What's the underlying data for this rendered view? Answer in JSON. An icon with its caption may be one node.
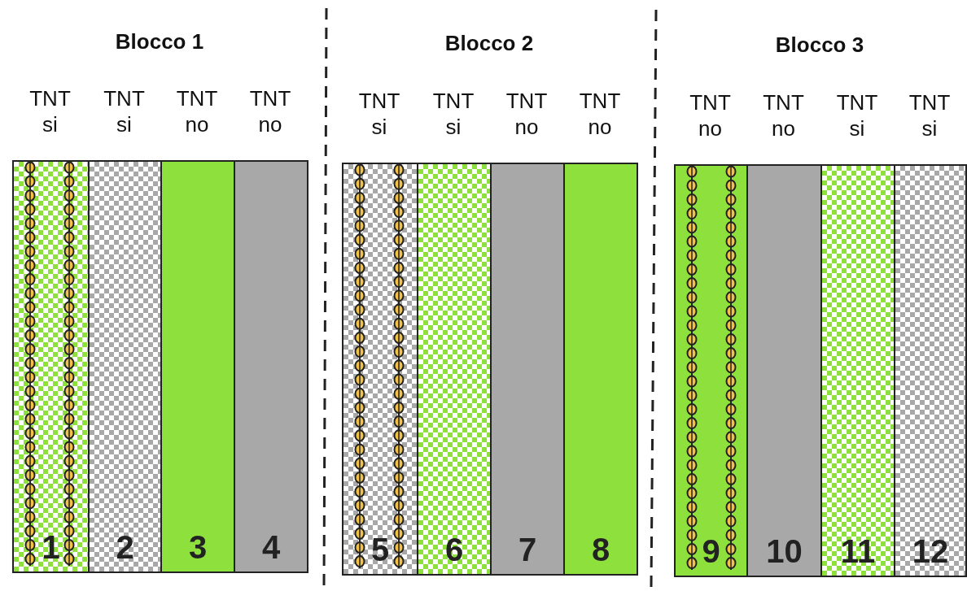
{
  "diagram": {
    "nodes": [
      {
        "text": [
          "1"
        ],
        "beside": [
          "TNT si"
        ]
      },
      {
        "text": [
          "2"
        ],
        "beside": [
          "TNT si"
        ]
      },
      {
        "text": [
          "3"
        ],
        "beside": [
          "TNT no"
        ]
      },
      {
        "text": [
          "4"
        ],
        "beside": [
          "TNT no"
        ]
      },
      {
        "text": [
          "5"
        ],
        "beside": [
          "TNT si"
        ]
      },
      {
        "text": [
          "6"
        ],
        "beside": [
          "TNT si"
        ]
      },
      {
        "text": [
          "7"
        ],
        "beside": [
          "TNT no"
        ]
      },
      {
        "text": [
          "8"
        ],
        "beside": [
          "TNT no"
        ]
      },
      {
        "text": [
          "9"
        ],
        "beside": [
          "TNT no"
        ]
      },
      {
        "text": [
          "10"
        ],
        "beside": [
          "TNT no"
        ]
      },
      {
        "text": [
          "11"
        ],
        "beside": [
          "TNT si"
        ]
      },
      {
        "text": [
          "12"
        ],
        "beside": [
          "TNT si"
        ]
      }
    ],
    "labels": [
      "Blocco 1",
      "Blocco 2",
      "Blocco 3"
    ]
  }
}
